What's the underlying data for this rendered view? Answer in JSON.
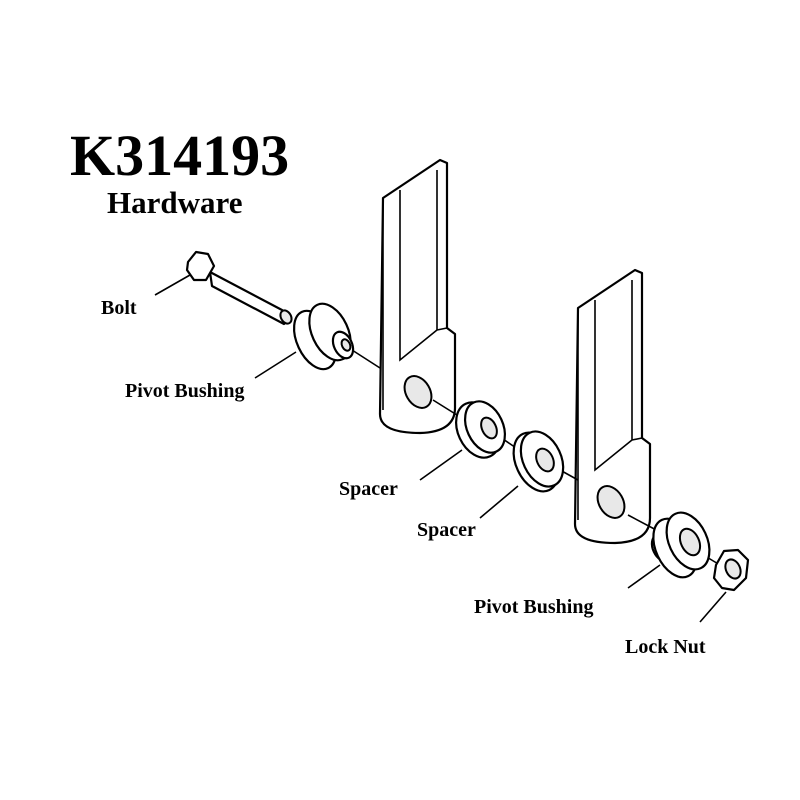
{
  "title": "K314193",
  "subtitle": "Hardware",
  "labels": {
    "bolt": "Bolt",
    "pivot_bushing_1": "Pivot Bushing",
    "spacer_1": "Spacer",
    "spacer_2": "Spacer",
    "pivot_bushing_2": "Pivot Bushing",
    "lock_nut": "Lock Nut"
  }
}
